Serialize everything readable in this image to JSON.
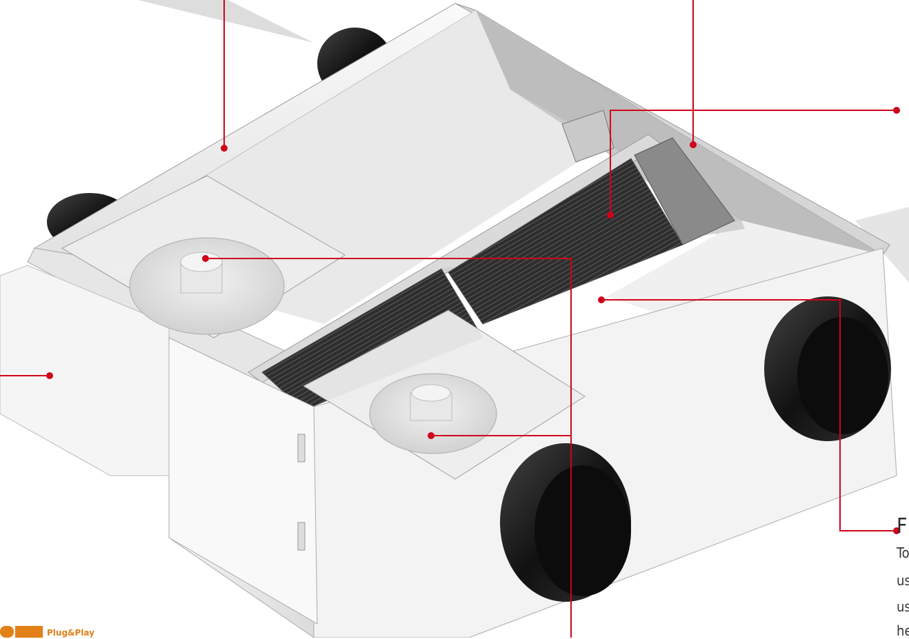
{
  "callout": {
    "title": "F",
    "lines": [
      "To",
      "us",
      "us",
      "he"
    ]
  },
  "logo": {
    "text": "Plug&Play"
  },
  "colors": {
    "accent": "#d0021b",
    "logo": "#e2801a",
    "casing": "#f1f1f1",
    "duct": "#1a1a1a",
    "exchanger": "#2a2a2a"
  }
}
